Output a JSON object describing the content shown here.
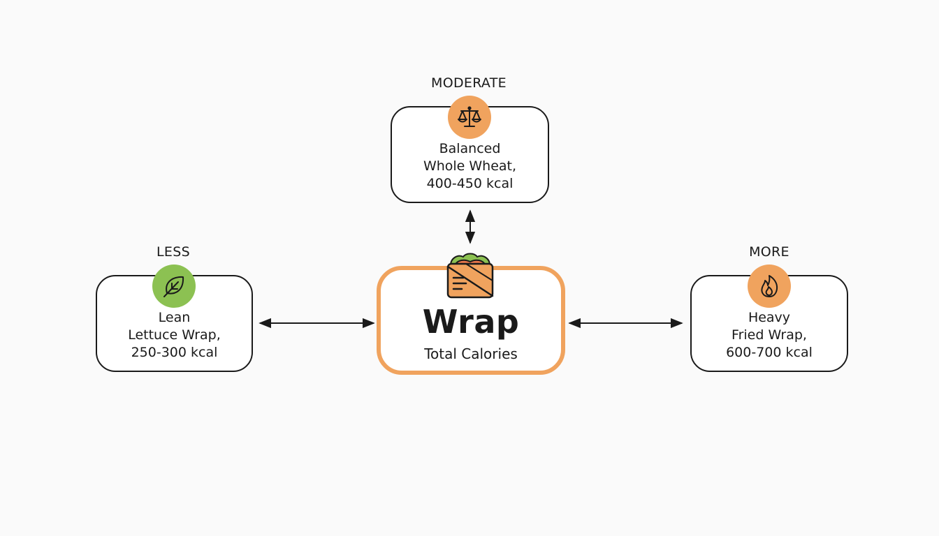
{
  "center": {
    "title": "Wrap",
    "subtitle": "Total Calories",
    "icon": "wrap-icon"
  },
  "options": [
    {
      "tier": "LESS",
      "lines": [
        "Lean",
        "Lettuce Wrap,",
        "250-300 kcal"
      ],
      "icon": "leaf-icon",
      "badge_color": "#8cc152"
    },
    {
      "tier": "MODERATE",
      "lines": [
        "Balanced",
        "Whole Wheat,",
        "400-450 kcal"
      ],
      "icon": "scales-icon",
      "badge_color": "#f0a35e"
    },
    {
      "tier": "MORE",
      "lines": [
        "Heavy",
        "Fried Wrap,",
        "600-700 kcal"
      ],
      "icon": "flame-icon",
      "badge_color": "#f0a35e"
    }
  ],
  "colors": {
    "accent_orange": "#f0a35e",
    "accent_green": "#8cc152",
    "outline": "#1a1a1a",
    "background": "#fafafa"
  }
}
